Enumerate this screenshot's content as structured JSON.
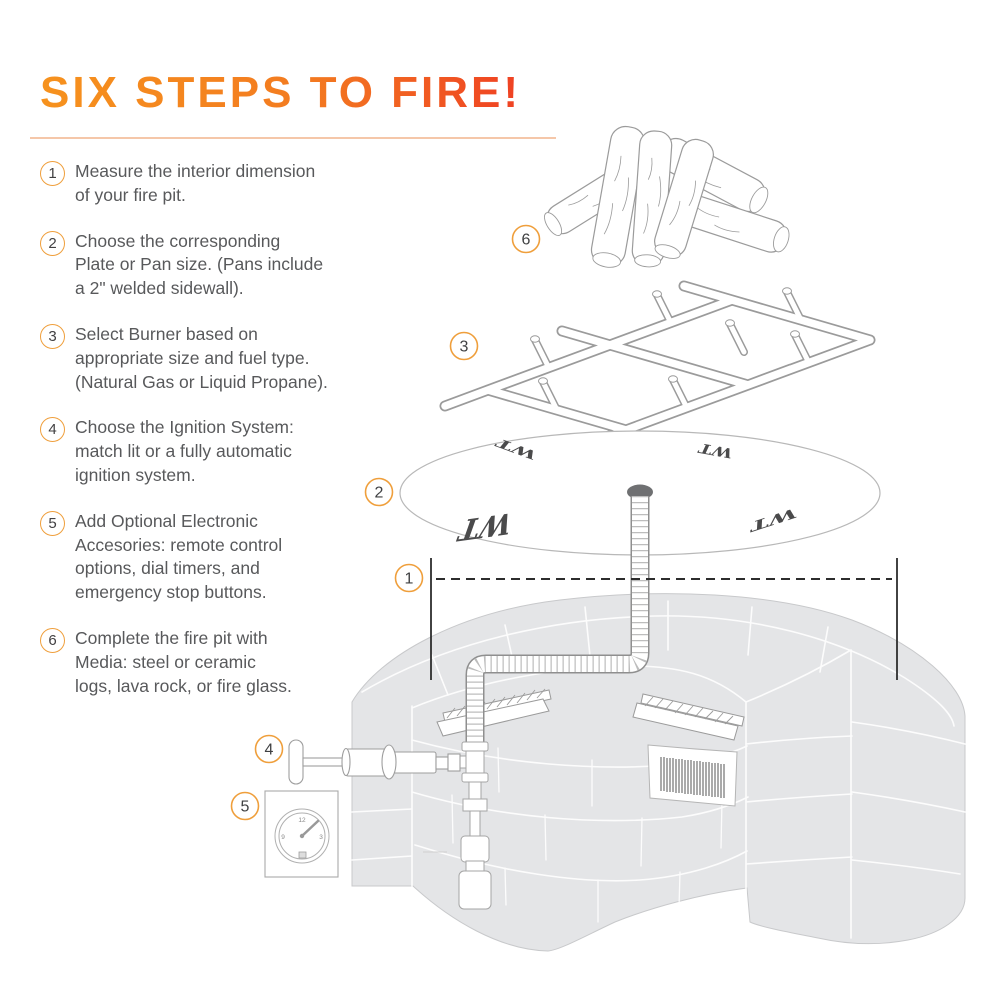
{
  "title": "SIX STEPS TO FIRE!",
  "steps": [
    {
      "num": "1",
      "text": "Measure the interior dimension\nof your fire pit."
    },
    {
      "num": "2",
      "text": "Choose the corresponding\nPlate or Pan size. (Pans include\na 2\" welded sidewall)."
    },
    {
      "num": "3",
      "text": "Select Burner based on\nappropriate size and fuel type.\n(Natural Gas or Liquid Propane)."
    },
    {
      "num": "4",
      "text": "Choose the Ignition System:\nmatch lit or a fully automatic\nignition system."
    },
    {
      "num": "5",
      "text": "Add Optional Electronic\nAccesories: remote control\noptions, dial timers, and\nemergency stop buttons."
    },
    {
      "num": "6",
      "text": "Complete the fire pit with\nMedia: steel or ceramic\nlogs, lava rock, or fire glass."
    }
  ],
  "markers": {
    "m1": "1",
    "m2": "2",
    "m3": "3",
    "m4": "4",
    "m5": "5",
    "m6": "6"
  },
  "plate": {
    "marking": "WT"
  },
  "timer": {
    "t12": "12",
    "t3": "3",
    "t9": "9"
  },
  "colors": {
    "title_gradient_start": "#F6921E",
    "title_gradient_end": "#EF4123",
    "accent_orange": "#EF9F3C",
    "body_text": "#58595B",
    "underline": "#F5C7A9",
    "pit_gray": "#E4E5E7",
    "line_art": "#9B9B9B",
    "measure_line": "#2D2D2D"
  }
}
